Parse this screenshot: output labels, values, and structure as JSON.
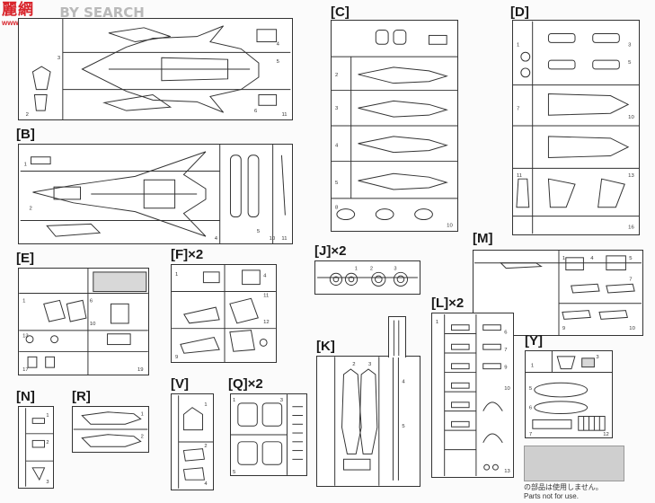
{
  "watermark": {
    "logo": "麗網",
    "url": "www.shop.com",
    "search": "BY SEARCH"
  },
  "sections": {
    "C": "[C]",
    "D": "[D]",
    "B": "[B]",
    "E": "[E]",
    "F": "[F]×2",
    "J": "[J]×2",
    "M": "[M]",
    "K": "[K]",
    "L": "[L]×2",
    "Y": "[Y]",
    "N": "[N]",
    "R": "[R]",
    "V": "[V]",
    "Q": "[Q]×2"
  },
  "footer": {
    "note_jp": "の部品は使用しません。",
    "note_en": "Parts not for use."
  }
}
